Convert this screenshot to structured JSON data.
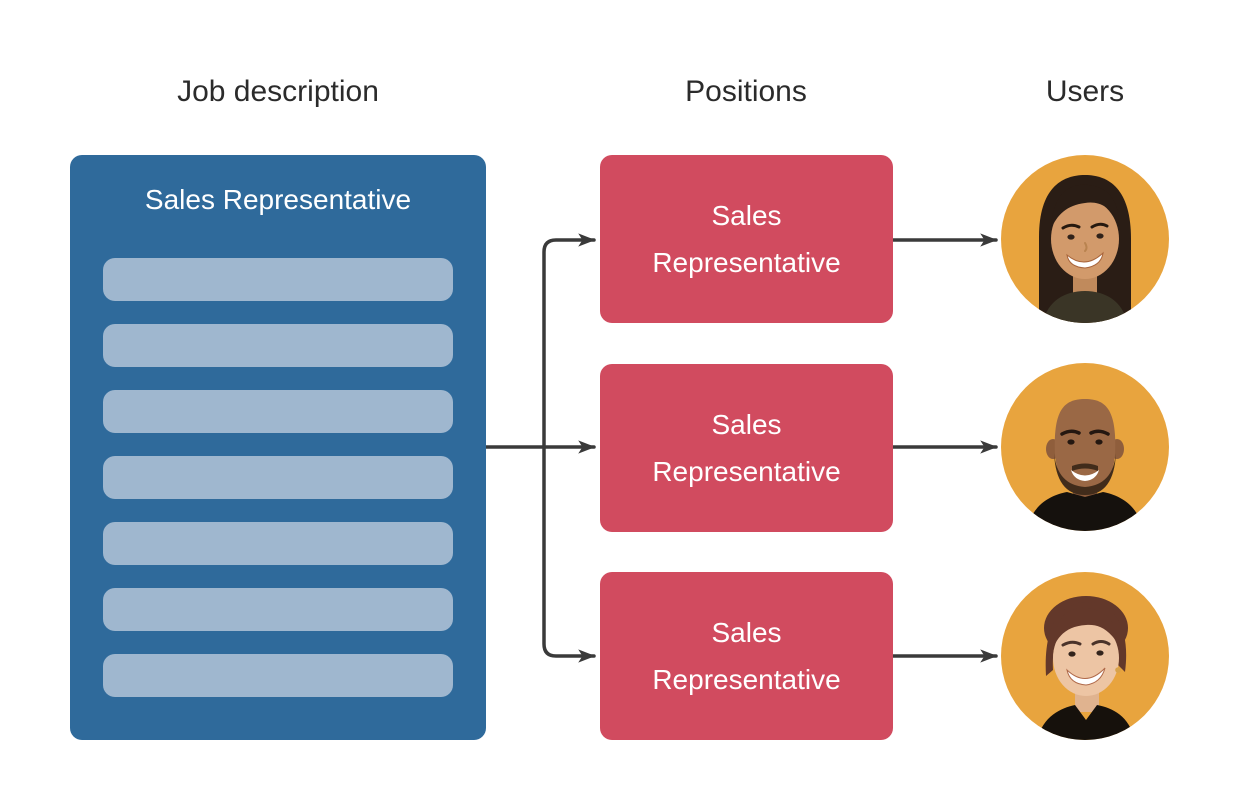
{
  "headings": {
    "job_description": "Job description",
    "positions": "Positions",
    "users": "Users"
  },
  "job_card": {
    "title": "Sales Representative",
    "placeholder_lines": 7
  },
  "position_cards": [
    {
      "label": "Sales Representative"
    },
    {
      "label": "Sales Representative"
    },
    {
      "label": "Sales Representative"
    }
  ],
  "users": [
    {
      "avatar": "woman-long-dark-hair-avatar"
    },
    {
      "avatar": "bald-man-with-beard-avatar"
    },
    {
      "avatar": "woman-short-brown-hair-avatar"
    }
  ],
  "colors": {
    "job_card_bg": "#2F6A9B",
    "placeholder_line": "#9FB7CF",
    "position_card_bg": "#D14B5F",
    "avatar_background": "#E8A43E",
    "connector": "#3A3A3A",
    "heading_text": "#2B2B2B",
    "card_text": "#FFFFFF",
    "page_bg": "#FFFFFF"
  }
}
